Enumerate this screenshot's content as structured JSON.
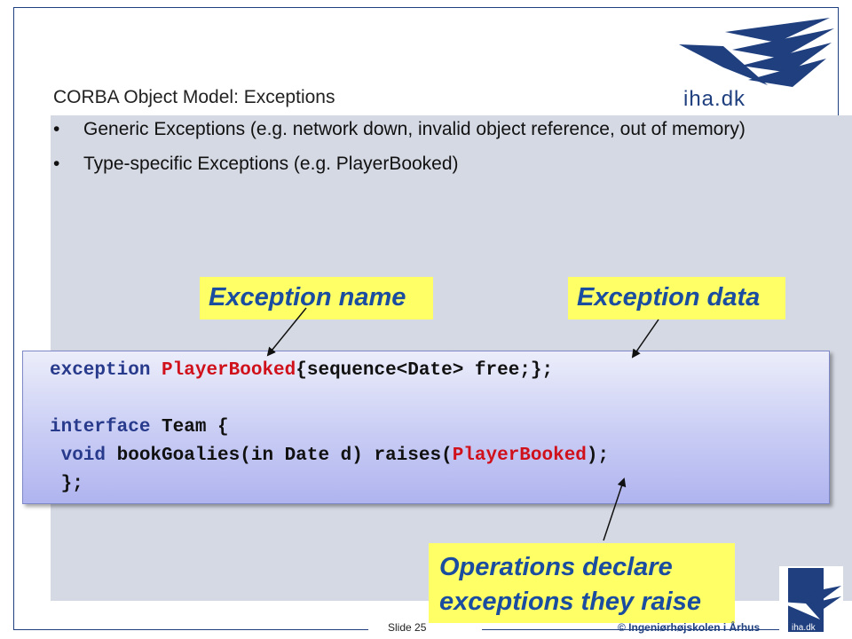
{
  "slide": {
    "title": "CORBA Object Model: Exceptions",
    "bullets": [
      {
        "text": "Generic Exceptions (e.g. network down, invalid object reference, out of memory)"
      },
      {
        "text": "Type-specific Exceptions (e.g. PlayerBooked)"
      }
    ],
    "bullet_glyph": "•"
  },
  "callouts": {
    "exception_name": "Exception name",
    "exception_data": "Exception data",
    "operations_line1": "Operations declare",
    "operations_line2": "exceptions they raise"
  },
  "code": {
    "line1": {
      "kw": "exception ",
      "name": "PlayerBooked",
      "rest": "{sequence<Date> free;};"
    },
    "line3": {
      "kw": "interface ",
      "rest": "Team {"
    },
    "line4": {
      "kw": " void ",
      "mid": "bookGoalies(in Date d) raises(",
      "name": "PlayerBooked",
      "end": ");"
    },
    "line5": " };"
  },
  "logo": {
    "text": "iha.dk",
    "badge_text": "iha.dk"
  },
  "footer": {
    "slide_number": "Slide 25",
    "copyright": "© Ingeniørhøjskolen i Århus"
  },
  "colors": {
    "content_background": "#d5d9e3",
    "callout_background": "#ffff66",
    "callout_text": "#1a4ca0",
    "brand_blue": "#1f3f7f",
    "highlight_red": "#d0101a"
  }
}
